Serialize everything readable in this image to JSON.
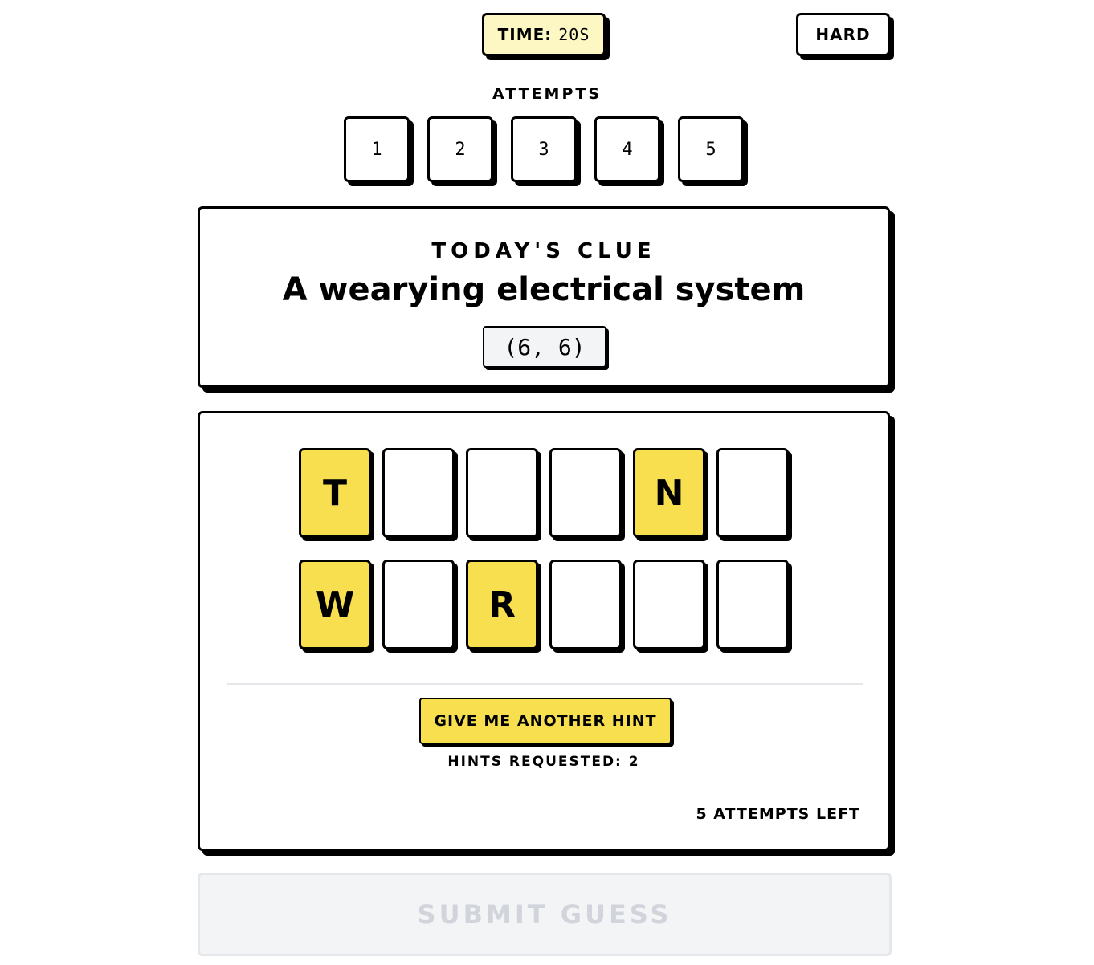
{
  "header": {
    "timer_label": "TIME:",
    "timer_value": "20S",
    "difficulty": "HARD"
  },
  "attempts": {
    "label": "ATTEMPTS",
    "items": [
      "1",
      "2",
      "3",
      "4",
      "5"
    ]
  },
  "clue": {
    "heading": "TODAY'S CLUE",
    "text": "A wearying electrical system",
    "lengths": "(6, 6)"
  },
  "board": {
    "rows": [
      [
        "T",
        "",
        "",
        "",
        "N",
        ""
      ],
      [
        "W",
        "",
        "R",
        "",
        "",
        ""
      ]
    ]
  },
  "hint": {
    "button_label": "GIVE ME ANOTHER HINT",
    "requested_text": "HINTS REQUESTED: 2"
  },
  "status": {
    "attempts_left": "5 ATTEMPTS LEFT"
  },
  "submit": {
    "label": "SUBMIT GUESS",
    "enabled": false
  },
  "colors": {
    "tile_filled": "#f7df4f",
    "timer_bg": "#fdf7c3",
    "disabled_bg": "#f3f4f6",
    "disabled_text": "#d1d5db"
  }
}
